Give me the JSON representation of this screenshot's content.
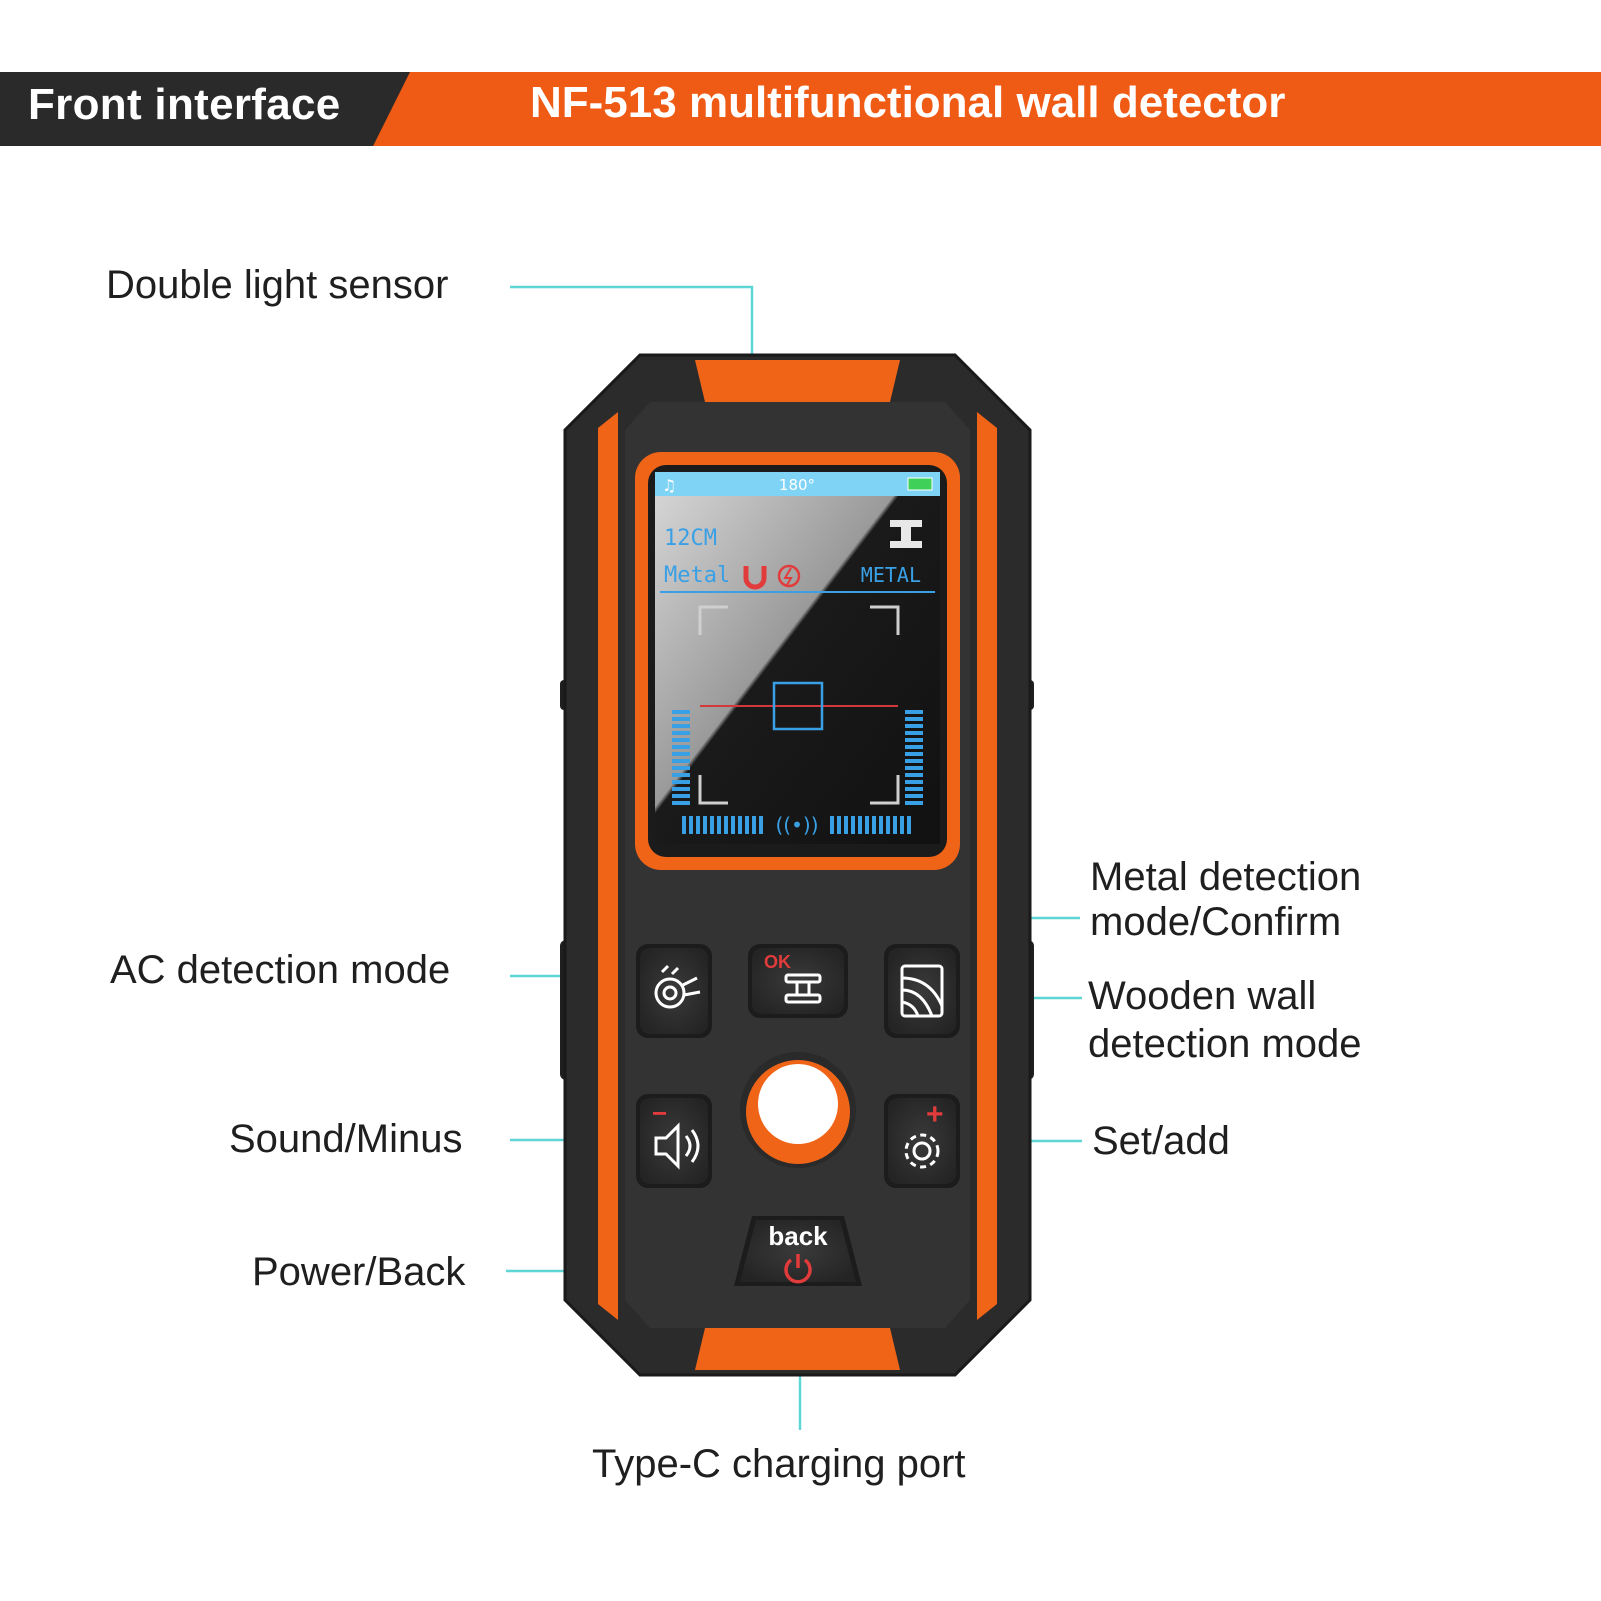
{
  "banner": {
    "left_text": "Front interface",
    "title": "NF-513 multifunctional wall detector"
  },
  "callouts": {
    "double_light_sensor": "Double light sensor",
    "ac_detection_mode": "AC detection mode",
    "sound_minus": "Sound/Minus",
    "power_back": "Power/Back",
    "metal_detection_line1": "Metal detection",
    "metal_detection_line2": "mode/Confirm",
    "wooden_wall_line1": "Wooden wall",
    "wooden_wall_line2": "detection mode",
    "set_add": "Set/add",
    "type_c_port": "Type-C charging port"
  },
  "screen": {
    "angle": "180°",
    "depth": "12CM",
    "material_left": "Metal",
    "material_right": "METAL"
  },
  "buttons": {
    "ok_label": "OK",
    "back_label": "back",
    "minus_sign": "−",
    "plus_sign": "+"
  },
  "colors": {
    "accent": "#ef5a14",
    "banner_dark": "#2a2a2a",
    "callout_line": "#5fd6d6",
    "device_body": "#2b2b2b",
    "screen_text": "#3aa0e6"
  }
}
